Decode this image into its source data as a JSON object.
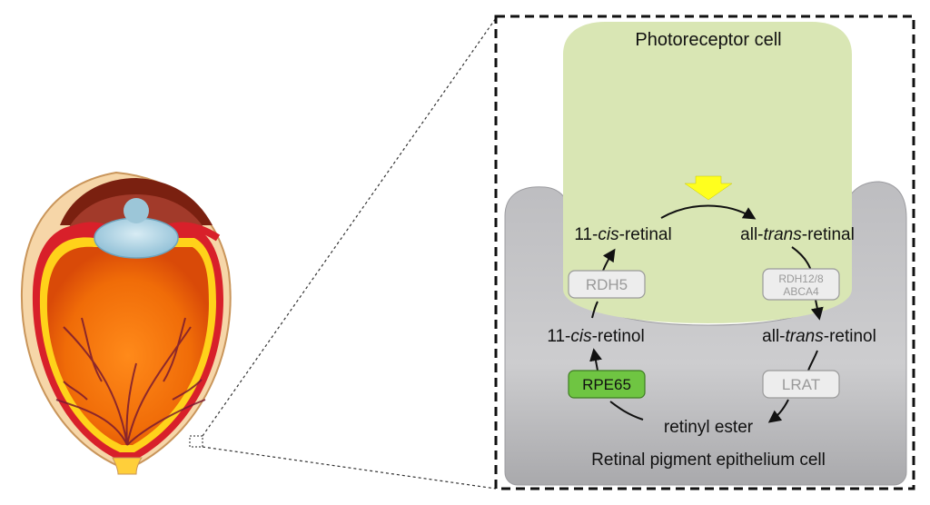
{
  "photoreceptor_label": "Photoreceptor cell",
  "rpe_label": "Retinal pigment epithelium cell",
  "metabolites": {
    "cis_retinal": {
      "prefix": "11-",
      "italic": "cis",
      "suffix": "-retinal"
    },
    "trans_retinal": {
      "prefix": "all-",
      "italic": "trans",
      "suffix": "-retinal"
    },
    "cis_retinol": {
      "prefix": "11-",
      "italic": "cis",
      "suffix": "-retinol"
    },
    "trans_retinol": {
      "prefix": "all-",
      "italic": "trans",
      "suffix": "-retinol"
    },
    "retinyl_ester": "retinyl ester"
  },
  "enzymes": {
    "rdh5": "RDH5",
    "rdh12": "RDH12/8",
    "abca4": "ABCA4",
    "lrat": "LRAT",
    "rpe65": "RPE65"
  },
  "colors": {
    "photoreceptor_fill": "#d9e6b4",
    "rpe_fill": "#c9c9cb",
    "rpe65_fill": "#6fc542",
    "light_arrow": "#ffff1e",
    "enzyme_box": "#ededed"
  }
}
